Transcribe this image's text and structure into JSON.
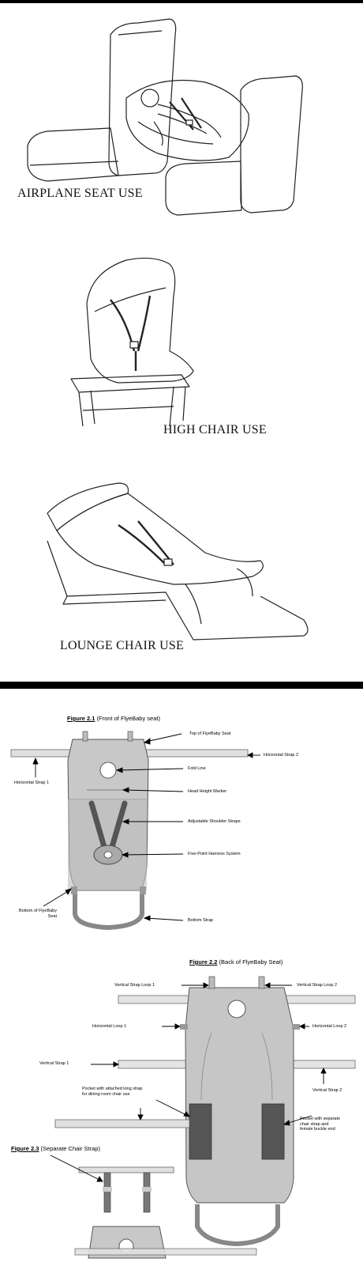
{
  "uses": {
    "airplane": "AIRPLANE SEAT USE",
    "high_chair": "HIGH CHAIR USE",
    "lounge": "LOUNGE CHAIR USE"
  },
  "fig21": {
    "label": "Figure 2.1",
    "desc": "(Front of FlyeBaby seat)",
    "callouts": {
      "top": "Top of FlyeBaby Seat",
      "h2": "Horizontal Strap 2",
      "h1": "Horizontal Strap 1",
      "fold": "Fold Line",
      "head": "Head Height Marker",
      "shoulder": "Adjustable Shoulder Straps",
      "harness": "Five-Point Harness System",
      "bottom_seat_1": "Bottom of FlyeBaby",
      "bottom_seat_2": "Seat",
      "bottom_strap": "Bottom Strap"
    }
  },
  "fig22": {
    "label": "Figure 2.2",
    "desc": "(Back of FlyeBaby Seat)",
    "callouts": {
      "vloop1": "Vertical Strap Loop 1",
      "vloop2": "Vertical Strap Loop 2",
      "hloop1": "Horizontal Loop 1",
      "hloop2": "Horizontal Loop 2",
      "vstrap1": "Vertical Strap 1",
      "vstrap2": "Vertical Strap 2",
      "pocket_left_1": "Pocket with attached long strap",
      "pocket_left_2": "for dining room chair use",
      "pocket_right_1": "Pocket with separate",
      "pocket_right_2": "chair strap and",
      "pocket_right_3": "female buckle end"
    }
  },
  "fig23": {
    "label": "Figure 2.3",
    "desc": "(Separate Chair Strap)"
  }
}
